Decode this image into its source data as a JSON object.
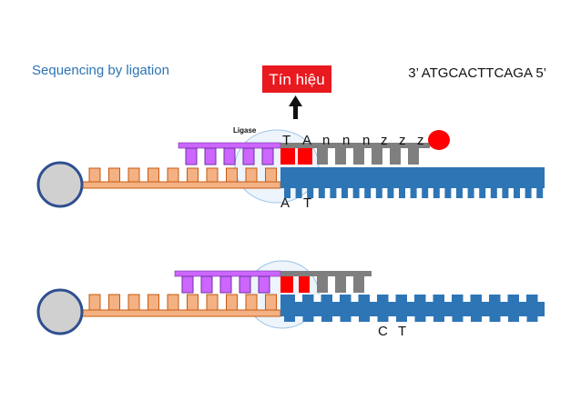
{
  "title": "Sequencing by ligation",
  "signal_label": "Tín hiệu",
  "sequence": "3’ ATGCACTTCAGA 5’",
  "ligase_label": "Ligase",
  "top_probe_bases": [
    "T",
    "A",
    "n",
    "n",
    "n",
    "z",
    "z",
    "z"
  ],
  "top_template_bases": [
    "A",
    "T"
  ],
  "bottom_template_bases": [
    "C",
    "T"
  ],
  "colors": {
    "title": "#2e74b5",
    "signal_box": "#e8191f",
    "signal_text": "#ffffff",
    "primer": "#f4b183",
    "primer_edge": "#c55a11",
    "template": "#2e75b6",
    "probe_backbone_purple": "#cc66ff",
    "probe_backbone_gray": "#7f7f7f",
    "probe_red": "#ff0000",
    "bead_fill": "#d0d0d0",
    "bead_edge": "#2f4f8f",
    "ligase_fill": "#deebf7",
    "dye": "#ff0000"
  },
  "icons": [
    "bead-icon",
    "dye-icon",
    "up-arrow-icon",
    "ligase-icon"
  ]
}
